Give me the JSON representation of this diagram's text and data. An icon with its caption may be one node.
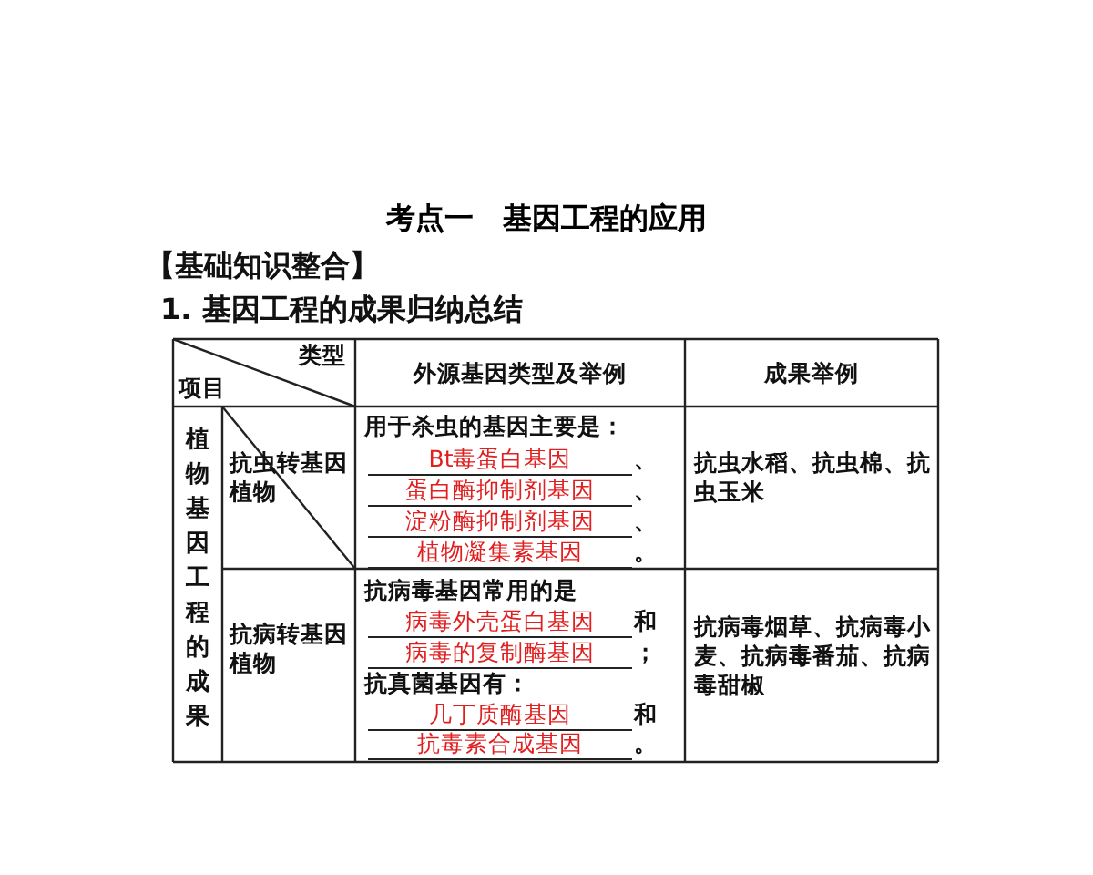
{
  "diagram": {
    "title": "考点一　基因工程的应用",
    "labels": [
      "【基础知识整合】",
      "1.  基因工程的成果归纳总结",
      "类型",
      "项目",
      "外源基因类型及举例",
      "成果举例",
      "植物基因工程的成果",
      "抗虫转基因植物",
      "用于杀虫的基因主要是：",
      "Bt毒蛋白基因",
      "、",
      "蛋白酶抑制剂基因",
      "、",
      "淀粉酶抑制剂基因",
      "、",
      "植物凝集素基因",
      "。",
      "抗虫水稻、抗虫棉、抗虫玉米",
      "抗病转基因植物",
      "抗病毒基因常用的是",
      "病毒外壳蛋白基因",
      "和",
      "病毒的复制酶基因",
      "；",
      "抗真菌基因有：",
      "几丁质酶基因",
      "和",
      "抗毒素合成基因",
      "。",
      "抗病毒烟草、抗病毒小麦、抗病毒番茄、抗病毒甜椒"
    ]
  }
}
